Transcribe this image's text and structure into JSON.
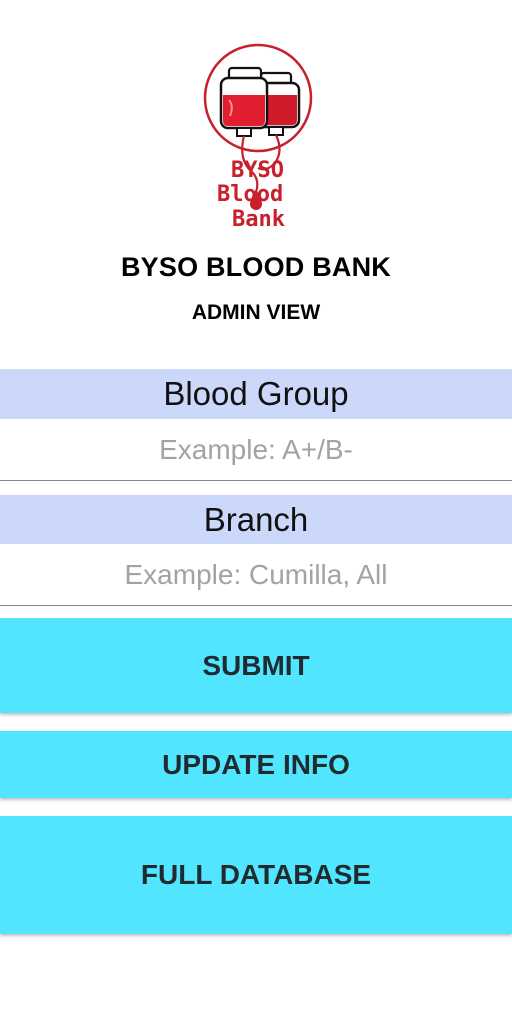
{
  "app": {
    "title": "BYSO BLOOD BANK",
    "subtitle": "ADMIN VIEW"
  },
  "logo": {
    "icon": "blood-bag-logo",
    "lines": [
      "BYSO",
      "Blood",
      "Bank"
    ]
  },
  "form": {
    "blood_group": {
      "label": "Blood Group",
      "placeholder": "Example: A+/B-",
      "value": ""
    },
    "branch": {
      "label": "Branch",
      "placeholder": "Example: Cumilla, All",
      "value": ""
    }
  },
  "buttons": {
    "submit": "SUBMIT",
    "update_info": "UPDATE INFO",
    "full_database": "FULL DATABASE"
  },
  "colors": {
    "label_background": "#ccd8fa",
    "button_background": "#52e5ff",
    "brand_red": "#c8202c"
  }
}
